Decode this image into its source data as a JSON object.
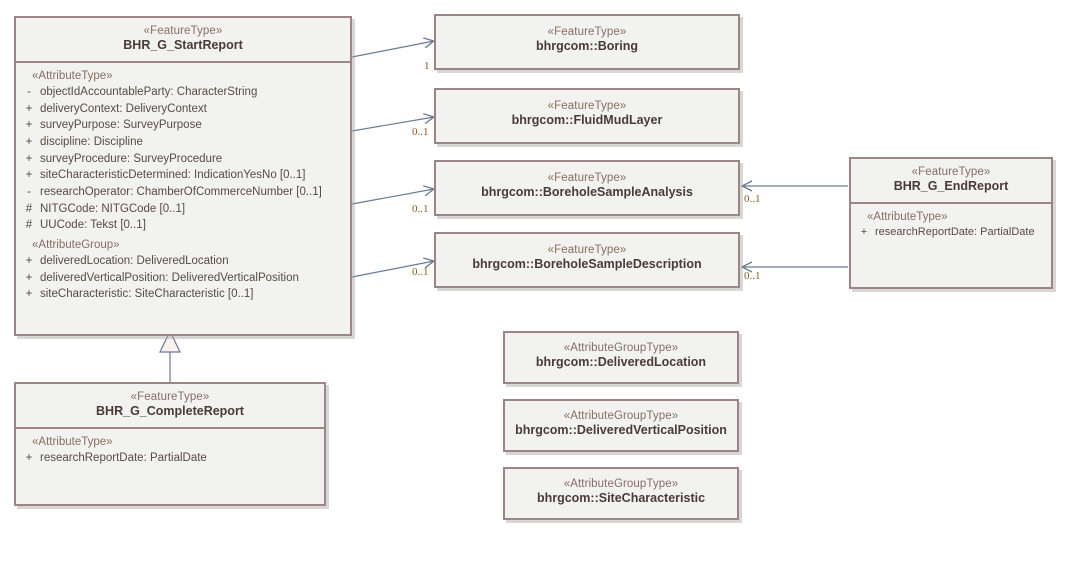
{
  "diagram": {
    "type": "UML class diagram",
    "stereotype_featuretype": "«FeatureType»",
    "stereotype_attributetype": "«AttributeType»",
    "stereotype_attributegroup": "«AttributeGroup»",
    "stereotype_attributegrouptype": "«AttributeGroupType»",
    "colors": {
      "box_border": "#9b8585",
      "box_fill": "#f2f2f0",
      "stereotype_text": "#8a6d62",
      "class_name_text": "#4a3b36",
      "attribute_text": "#5a4a43",
      "connector": "#6a7a94",
      "multiplicity_text": "#8a5c20"
    }
  },
  "classes": {
    "start_report": {
      "stereotype": "«FeatureType»",
      "name": "BHR_G_StartReport",
      "group1_label": "«AttributeType»",
      "attributes_type": [
        {
          "visibility": "-",
          "text": "objectIdAccountableParty: CharacterString"
        },
        {
          "visibility": "+",
          "text": "deliveryContext: DeliveryContext"
        },
        {
          "visibility": "+",
          "text": "surveyPurpose: SurveyPurpose"
        },
        {
          "visibility": "+",
          "text": "discipline: Discipline"
        },
        {
          "visibility": "+",
          "text": "surveyProcedure: SurveyProcedure"
        },
        {
          "visibility": "+",
          "text": "siteCharacteristicDetermined: IndicationYesNo [0..1]"
        },
        {
          "visibility": "-",
          "text": "researchOperator: ChamberOfCommerceNumber [0..1]"
        },
        {
          "visibility": "#",
          "text": "NITGCode: NITGCode [0..1]"
        },
        {
          "visibility": "#",
          "text": "UUCode: Tekst [0..1]"
        }
      ],
      "group2_label": "«AttributeGroup»",
      "attributes_group": [
        {
          "visibility": "+",
          "text": "deliveredLocation: DeliveredLocation"
        },
        {
          "visibility": "+",
          "text": "deliveredVerticalPosition: DeliveredVerticalPosition"
        },
        {
          "visibility": "+",
          "text": "siteCharacteristic: SiteCharacteristic [0..1]"
        }
      ]
    },
    "complete_report": {
      "stereotype": "«FeatureType»",
      "name": "BHR_G_CompleteReport",
      "group1_label": "«AttributeType»",
      "attributes_type": [
        {
          "visibility": "+",
          "text": "researchReportDate: PartialDate"
        }
      ]
    },
    "end_report": {
      "stereotype": "«FeatureType»",
      "name": "BHR_G_EndReport",
      "group1_label": "«AttributeType»",
      "attributes_type": [
        {
          "visibility": "+",
          "text": "researchReportDate: PartialDate"
        }
      ]
    },
    "boring": {
      "stereotype": "«FeatureType»",
      "name": "bhrgcom::Boring"
    },
    "fluid_mud_layer": {
      "stereotype": "«FeatureType»",
      "name": "bhrgcom::FluidMudLayer"
    },
    "borehole_sample_analysis": {
      "stereotype": "«FeatureType»",
      "name": "bhrgcom::BoreholeSampleAnalysis"
    },
    "borehole_sample_description": {
      "stereotype": "«FeatureType»",
      "name": "bhrgcom::BoreholeSampleDescription"
    },
    "delivered_location": {
      "stereotype": "«AttributeGroupType»",
      "name": "bhrgcom::DeliveredLocation"
    },
    "delivered_vertical_position": {
      "stereotype": "«AttributeGroupType»",
      "name": "bhrgcom::DeliveredVerticalPosition"
    },
    "site_characteristic": {
      "stereotype": "«AttributeGroupType»",
      "name": "bhrgcom::SiteCharacteristic"
    }
  },
  "connectors": [
    {
      "id": "start-to-boring",
      "from": "BHR_G_StartReport",
      "to": "bhrgcom::Boring",
      "kind": "association",
      "multiplicity": "1"
    },
    {
      "id": "start-to-fluidmud",
      "from": "BHR_G_StartReport",
      "to": "bhrgcom::FluidMudLayer",
      "kind": "association",
      "multiplicity": "0..1"
    },
    {
      "id": "start-to-analysis",
      "from": "BHR_G_StartReport",
      "to": "bhrgcom::BoreholeSampleAnalysis",
      "kind": "association",
      "multiplicity": "0..1"
    },
    {
      "id": "start-to-description",
      "from": "BHR_G_StartReport",
      "to": "bhrgcom::BoreholeSampleDescription",
      "kind": "association",
      "multiplicity": "0..1"
    },
    {
      "id": "end-to-analysis",
      "from": "BHR_G_EndReport",
      "to": "bhrgcom::BoreholeSampleAnalysis",
      "kind": "association",
      "multiplicity": "0..1"
    },
    {
      "id": "end-to-description",
      "from": "BHR_G_EndReport",
      "to": "bhrgcom::BoreholeSampleDescription",
      "kind": "association",
      "multiplicity": "0..1"
    },
    {
      "id": "complete-generalizes-start",
      "from": "BHR_G_CompleteReport",
      "to": "BHR_G_StartReport",
      "kind": "generalization",
      "multiplicity": ""
    }
  ],
  "multiplicities": {
    "boring": "1",
    "fluidmud": "0..1",
    "analysis_left": "0..1",
    "description_left": "0..1",
    "analysis_right": "0..1",
    "description_right": "0..1"
  }
}
